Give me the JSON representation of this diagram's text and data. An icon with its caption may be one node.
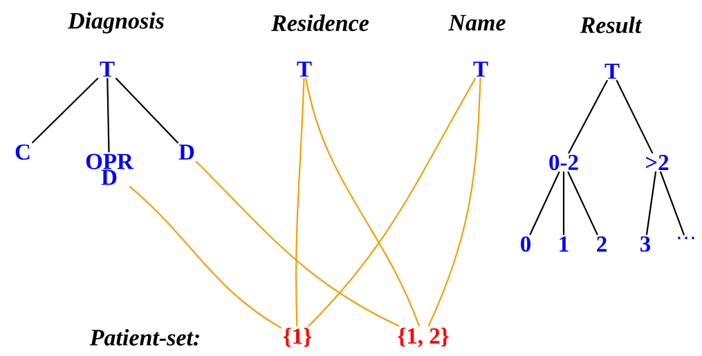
{
  "diagram": {
    "nodes": [
      {
        "text": [
          "T"
        ]
      },
      {
        "text": [
          "C"
        ]
      },
      {
        "text": [
          "OPR D"
        ]
      },
      {
        "text": [
          "D"
        ]
      },
      {
        "text": [
          "T"
        ]
      },
      {
        "text": [
          "T"
        ]
      },
      {
        "text": [
          "T"
        ]
      },
      {
        "text": [
          "0-2"
        ]
      },
      {
        "text": [
          ">2"
        ]
      },
      {
        "text": [
          "0"
        ]
      },
      {
        "text": [
          "1"
        ]
      },
      {
        "text": [
          "2"
        ]
      },
      {
        "text": [
          "3"
        ]
      },
      {
        "text": [
          "⋯"
        ]
      },
      {
        "text": [
          "{1}"
        ]
      },
      {
        "text": [
          "{1, 2}"
        ]
      }
    ],
    "edges": [
      {
        "from": 0,
        "to": 1,
        "arrow": "none"
      },
      {
        "from": 0,
        "to": 2,
        "arrow": "none"
      },
      {
        "from": 0,
        "to": 3,
        "arrow": "none"
      },
      {
        "from": 6,
        "to": 7,
        "arrow": "none"
      },
      {
        "from": 6,
        "to": 8,
        "arrow": "none"
      },
      {
        "from": 7,
        "to": 9,
        "arrow": "none"
      },
      {
        "from": 7,
        "to": 10,
        "arrow": "none"
      },
      {
        "from": 7,
        "to": 11,
        "arrow": "none"
      },
      {
        "from": 8,
        "to": 12,
        "arrow": "none"
      },
      {
        "from": 8,
        "to": 13,
        "arrow": "none"
      },
      {
        "from": 2,
        "to": 14,
        "arrow": "none",
        "color": "#f5a000"
      },
      {
        "from": 3,
        "to": 15,
        "arrow": "none",
        "color": "#f5a000"
      },
      {
        "from": 4,
        "to": 14,
        "arrow": "none",
        "color": "#f5a000"
      },
      {
        "from": 4,
        "to": 15,
        "arrow": "none",
        "color": "#f5a000"
      },
      {
        "from": 5,
        "to": 14,
        "arrow": "none",
        "color": "#f5a000"
      },
      {
        "from": 5,
        "to": 15,
        "arrow": "none",
        "color": "#f5a000"
      }
    ],
    "labels": [
      "Diagnosis",
      "Residence",
      "Name",
      "Result",
      "Patient-set:"
    ]
  }
}
